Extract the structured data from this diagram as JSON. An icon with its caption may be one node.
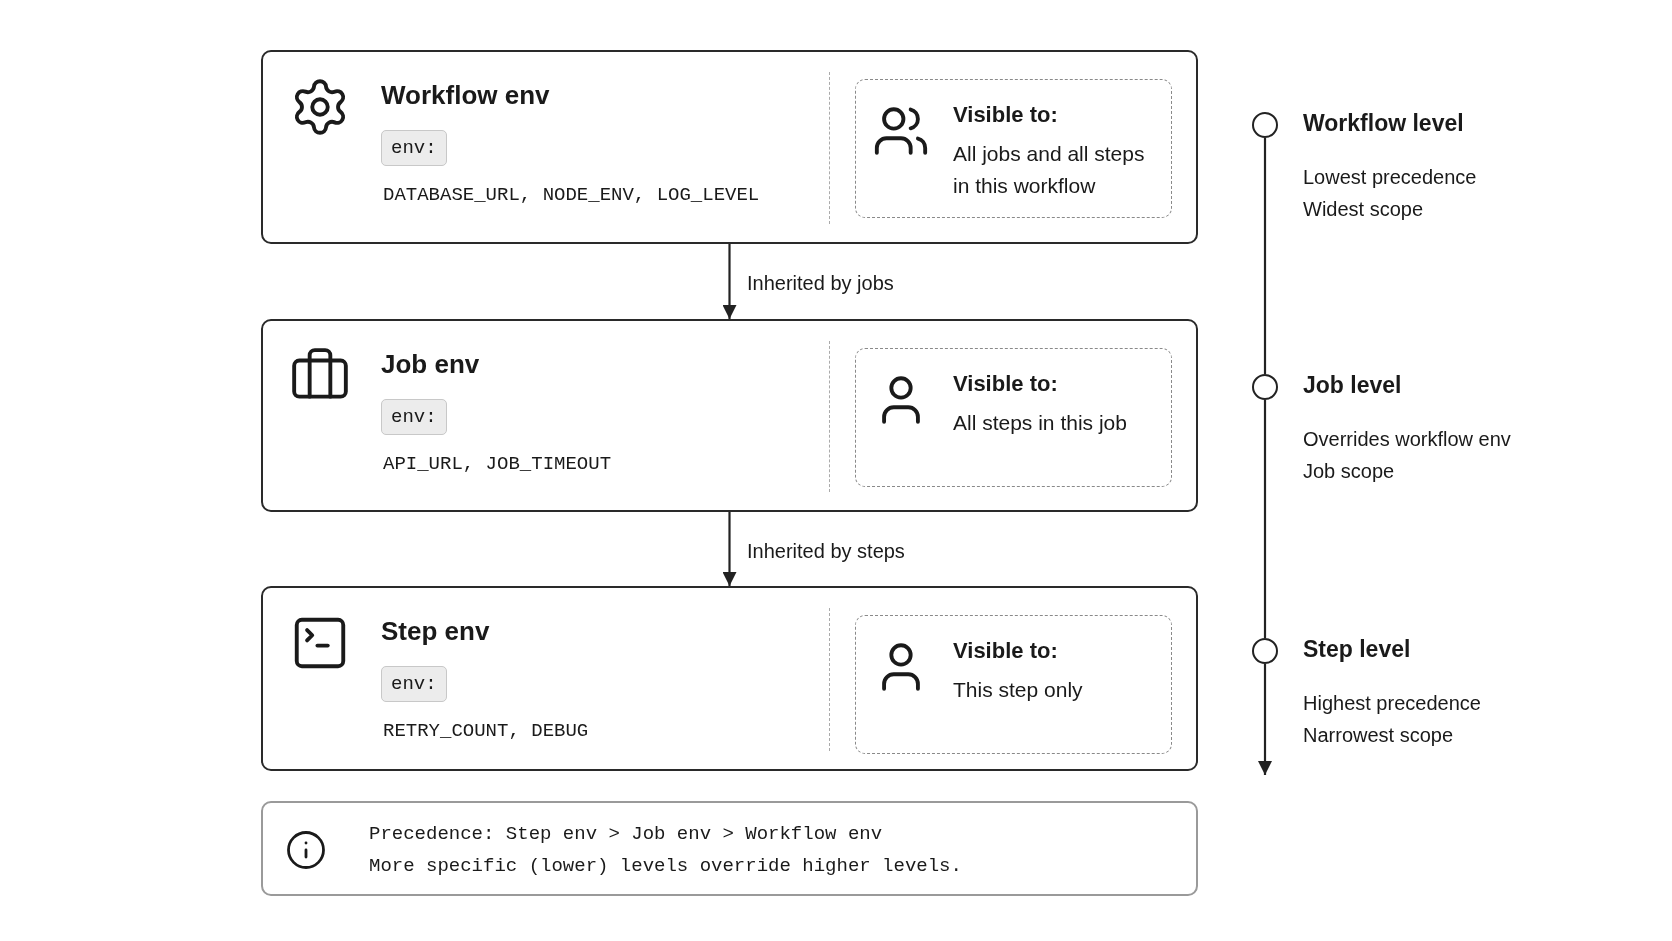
{
  "diagram": {
    "nodes": [
      {
        "text": [
          "Workflow env",
          "env:",
          "DATABASE_URL, NODE_ENV, LOG_LEVEL"
        ]
      },
      {
        "text": [
          "Visible to:",
          "All jobs and all steps in this workflow"
        ],
        "in": 0
      },
      {
        "text": [
          "Job env",
          "env:",
          "API_URL, JOB_TIMEOUT"
        ]
      },
      {
        "text": [
          "Visible to:",
          "All steps in this job"
        ],
        "in": 2
      },
      {
        "text": [
          "Step env",
          "env:",
          "RETRY_COUNT, DEBUG"
        ]
      },
      {
        "text": [
          "Visible to:",
          "This step only"
        ],
        "in": 4
      },
      {
        "text": [
          "Precedence: Step env > Job env > Workflow env",
          "More specific (lower) levels override higher levels."
        ]
      },
      {
        "text": [],
        "shape": "circle",
        "beside": [
          "Workflow level",
          "Lowest precedence",
          "Widest scope"
        ]
      },
      {
        "text": [],
        "shape": "circle",
        "beside": [
          "Job level",
          "Overrides workflow env",
          "Job scope"
        ]
      },
      {
        "text": [],
        "shape": "circle",
        "beside": [
          "Step level",
          "Highest precedence",
          "Narrowest scope"
        ]
      }
    ],
    "edges": [
      {
        "from": 0,
        "to": 2,
        "arrow": "to",
        "label": "Inherited by jobs"
      },
      {
        "from": 2,
        "to": 4,
        "arrow": "to",
        "label": "Inherited by steps"
      },
      {
        "from": 7,
        "to": 8,
        "arrow": "none"
      },
      {
        "from": 8,
        "to": 9,
        "arrow": "none"
      },
      {
        "from": 9,
        "to": null,
        "arrow": "to"
      }
    ]
  }
}
